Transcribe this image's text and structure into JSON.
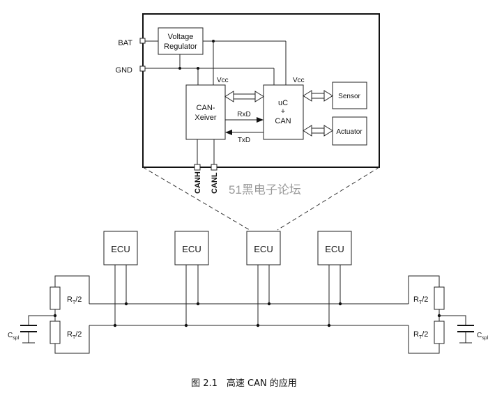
{
  "module": {
    "pins": {
      "bat": "BAT",
      "gnd": "GND",
      "canh": "CANH",
      "canl": "CANL"
    },
    "voltage_regulator": {
      "line1": "Voltage",
      "line2": "Regulator"
    },
    "transceiver": {
      "line1": "CAN-",
      "line2": "Xeiver"
    },
    "controller": {
      "line1": "uC",
      "line2": "+",
      "line3": "CAN"
    },
    "vcc_left": "Vcc",
    "vcc_right": "Vcc",
    "rxd": "RxD",
    "txd": "TxD",
    "sensor": "Sensor",
    "actuator": "Actuator"
  },
  "watermark": "51黑电子论坛",
  "bus": {
    "ecus": [
      "ECU",
      "ECU",
      "ECU",
      "ECU"
    ],
    "termination": {
      "left_top": {
        "main": "R",
        "sub": "T",
        "rest": "/2"
      },
      "left_bottom": {
        "main": "R",
        "sub": "T",
        "rest": "/2"
      },
      "right_top": {
        "main": "R",
        "sub": "T",
        "rest": "/2"
      },
      "right_bottom": {
        "main": "R",
        "sub": "T",
        "rest": "/2"
      },
      "cap_left": {
        "main": "C",
        "sub": "spl"
      },
      "cap_right": {
        "main": "C",
        "sub": "spl"
      }
    }
  },
  "caption": "图 2.1　高速 CAN 的应用"
}
